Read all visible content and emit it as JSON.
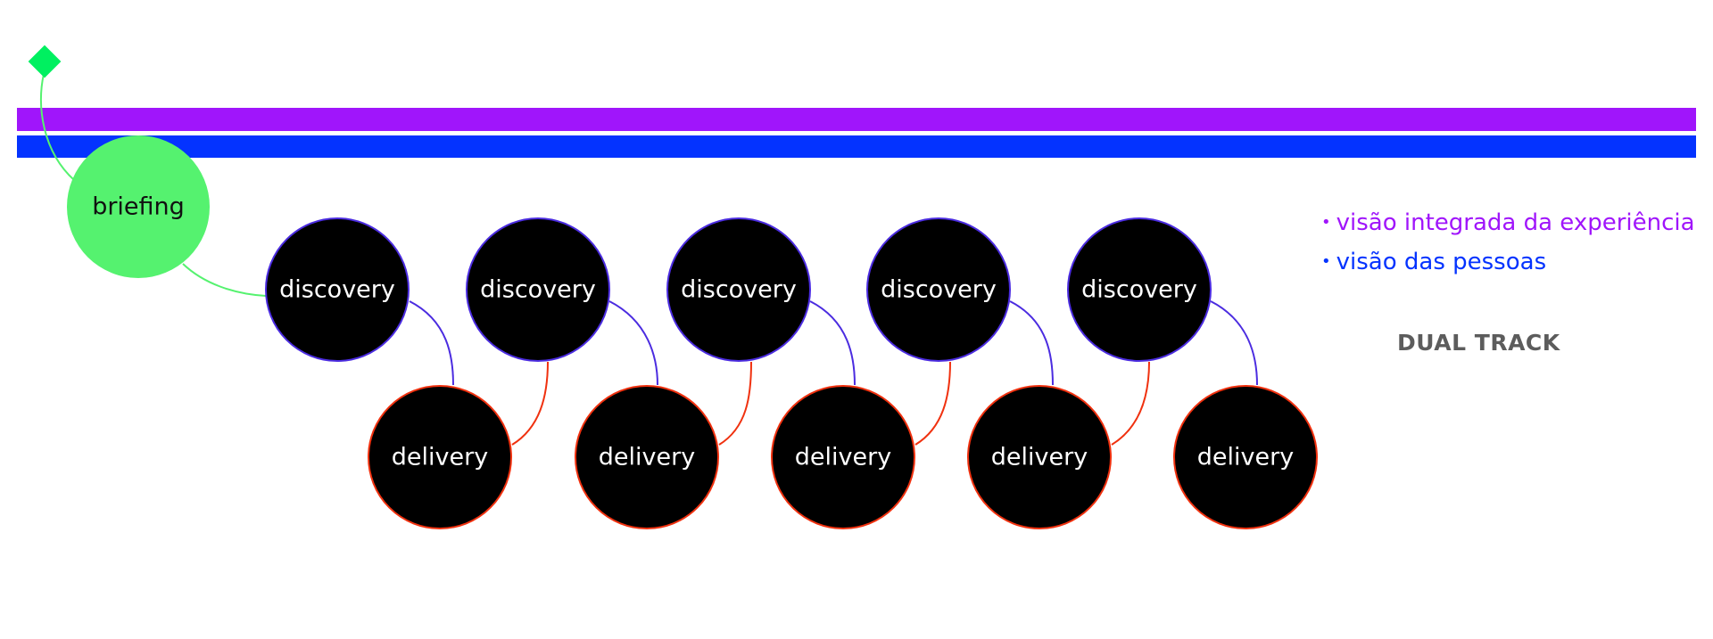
{
  "colors": {
    "bar_top": "#A015FB",
    "bar_bottom": "#0433FF",
    "briefing_fill": "#55F26F",
    "start_marker": "#00F060",
    "node_fill": "#000000",
    "discovery_stroke": "#4B2CE0",
    "delivery_stroke": "#F0310F",
    "briefing_link": "#55F26F",
    "title": "#5C5C5C"
  },
  "nodes": {
    "briefing": {
      "label": "briefing"
    },
    "discovery": [
      {
        "label": "discovery"
      },
      {
        "label": "discovery"
      },
      {
        "label": "discovery"
      },
      {
        "label": "discovery"
      },
      {
        "label": "discovery"
      }
    ],
    "delivery": [
      {
        "label": "delivery"
      },
      {
        "label": "delivery"
      },
      {
        "label": "delivery"
      },
      {
        "label": "delivery"
      },
      {
        "label": "delivery"
      }
    ]
  },
  "legend": {
    "items": [
      {
        "text": "visão integrada da experiência",
        "color": "#A015FB",
        "bullet": "•"
      },
      {
        "text": "visão das pessoas",
        "color": "#0433FF",
        "bullet": "•"
      }
    ]
  },
  "title": "DUAL TRACK"
}
